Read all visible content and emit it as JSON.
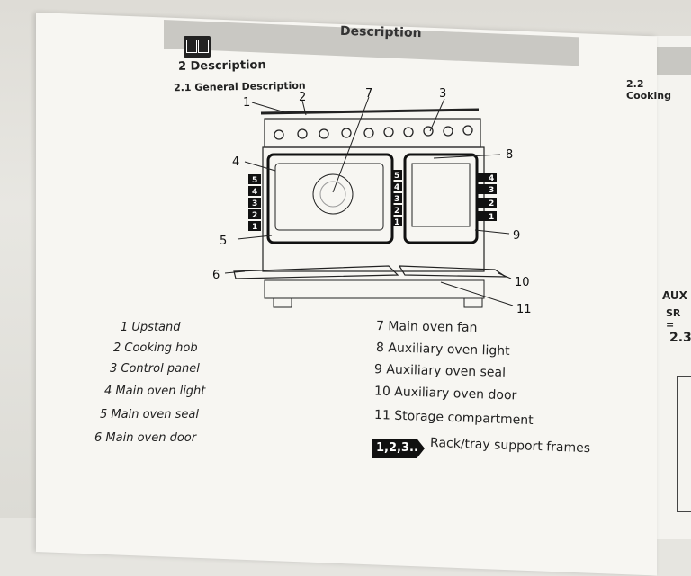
{
  "header": {
    "title": "Description"
  },
  "section": {
    "h2": "2 Description",
    "h21": "2.1 General Description"
  },
  "right_page": {
    "h22": "2.2 Cooking",
    "aux": "AUX",
    "sr": "SR =",
    "s23": "2.3"
  },
  "diagram": {
    "callouts": [
      "1",
      "2",
      "3",
      "4",
      "5",
      "6",
      "7",
      "8",
      "9",
      "10",
      "11"
    ],
    "rack_numbers": [
      "1",
      "2",
      "3",
      "4",
      "5"
    ]
  },
  "legend": {
    "left": [
      "1 Upstand",
      "2 Cooking hob",
      "3 Control panel",
      "4 Main oven light",
      "5 Main oven seal",
      "6 Main oven door"
    ],
    "right": [
      "7 Main oven fan",
      "8 Auxiliary oven light",
      "9 Auxiliary oven seal",
      "10 Auxiliary oven door",
      "11 Storage compartment"
    ],
    "rack_chip": "1,2,3..",
    "rack_text": "Rack/tray support frames"
  }
}
